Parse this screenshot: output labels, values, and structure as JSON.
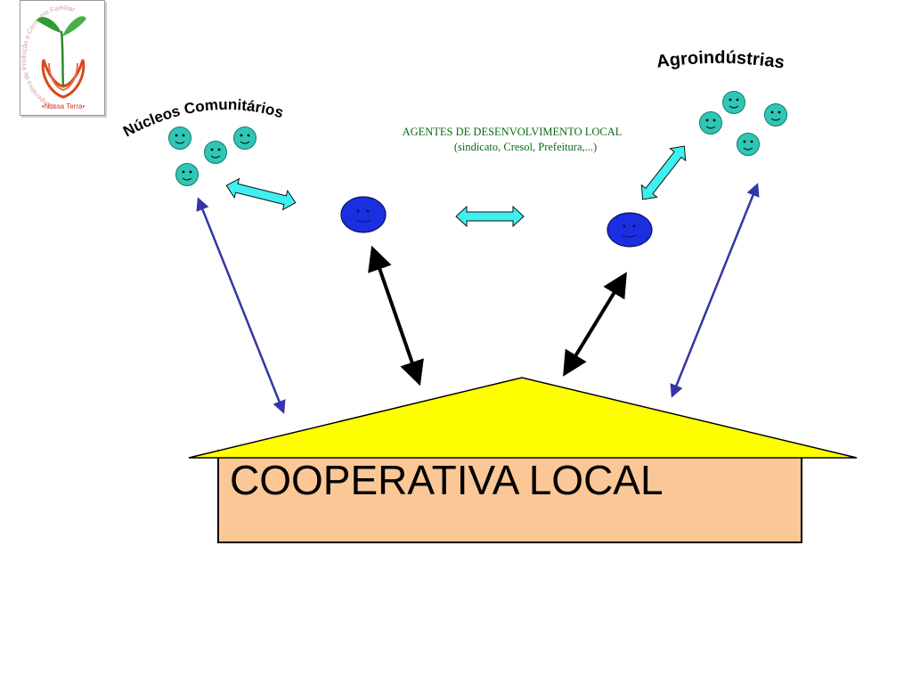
{
  "logo": {
    "ring_text": "Cooperativa de Produção e Consumo Familiar",
    "bottom_text": "•Nossa Terra•"
  },
  "groups": {
    "communities_title": "Núcleos Comunitários",
    "agroindustries_title": "Agroindústrias"
  },
  "agents": {
    "title": "AGENTES DE DESENVOLVIMENTO  LOCAL",
    "examples": "(sindicato, Cresol, Prefeitura,...)"
  },
  "cooperative": {
    "label": "COOPERATIVA LOCAL"
  },
  "colors": {
    "teal_face": "#2fc6b5",
    "blue_face": "#1a2fe0",
    "cyan_arrow": "#3ff0f0",
    "dark_blue_arrow": "#3535a8",
    "roof": "#ffff00",
    "house_body": "#fcc796",
    "note_text": "#0b6b12"
  },
  "icons": [
    "smiley-face-icon",
    "double-arrow-icon",
    "leaf-sprout-icon"
  ]
}
